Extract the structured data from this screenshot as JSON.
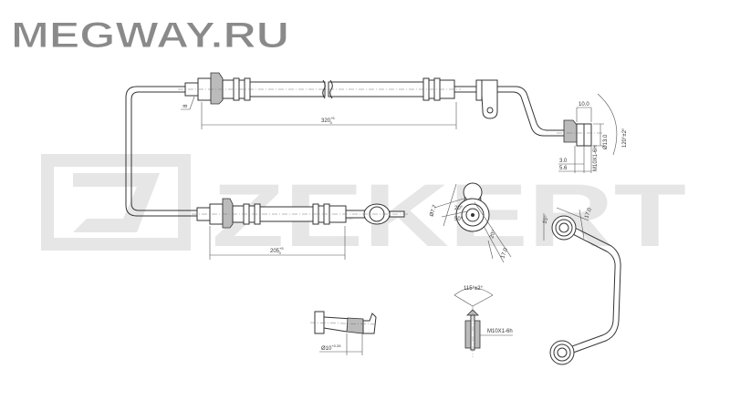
{
  "watermark_site": "MEGWAY.RU",
  "watermark_brand": "ZEKERT",
  "colors": {
    "watermark_fill": "#8a8a8a",
    "brand_fill": "#e6e6e6",
    "line": "#333333"
  },
  "dims": {
    "upper_length": "320",
    "upper_tol_upper": "+5",
    "upper_tol_lower": "0",
    "lower_length": "205",
    "lower_tol_upper": "+5",
    "lower_tol_lower": "0",
    "hex_size": "8",
    "fitting_len": "10.0",
    "fitting_dia": "Ø13.0",
    "thread_right": "M10X1-6H",
    "d_3": "3.0",
    "d_5_6": "5.6",
    "cone_angle": "120°±2°",
    "banjo_dia": "Ø7.7",
    "angle_20a": "20°",
    "angle_50": "50°",
    "angle_20b": "20°",
    "banjo_w": "17.0",
    "angle_15": "15°",
    "eye_w": "17.0",
    "tube_dia": "Ø10",
    "tube_tol": "+0.26",
    "flare_angle": "115°±2°",
    "thread_bottom": "M10X1-6h"
  }
}
